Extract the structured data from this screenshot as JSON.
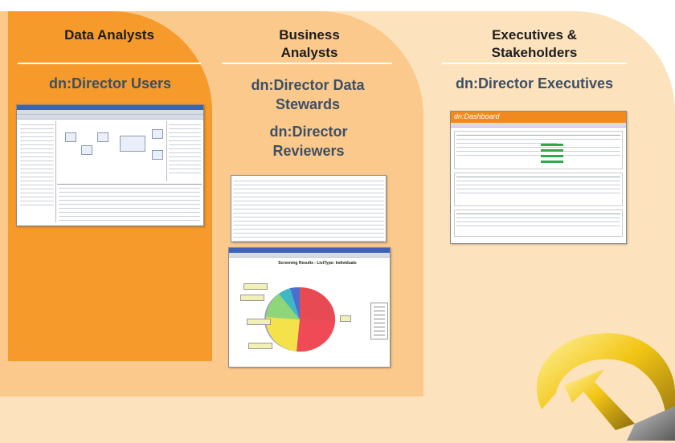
{
  "columns": {
    "data_analysts": {
      "title": "Data Analysts",
      "subtitle": "dn:Director Users"
    },
    "business_analysts": {
      "title": "Business Analysts",
      "subtitles": [
        "dn:Director Data Stewards",
        "dn:Director Reviewers"
      ]
    },
    "executives": {
      "title": "Executives & Stakeholders",
      "subtitle": "dn:Director Executives"
    }
  },
  "screenshots": {
    "dashboard_title": "dn:Dashboard",
    "pie_title": "Screening Results - ListType: Individuals"
  },
  "colors": {
    "data_panel": "#f59a2b",
    "business_panel": "#fbc98c",
    "executive_panel": "#fde3bd",
    "heading_text": "#1c1c1c",
    "subtitle_text": "#3d4f63"
  },
  "logo": {
    "icon": "swoosh-arrow-logo"
  }
}
